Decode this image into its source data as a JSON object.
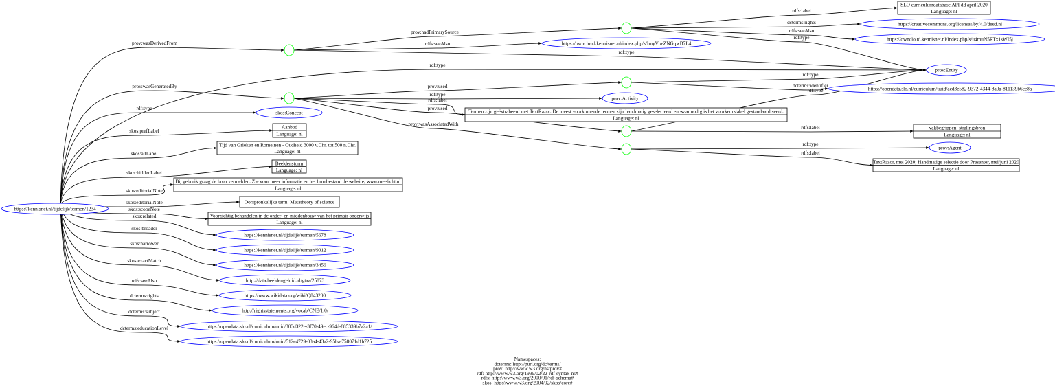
{
  "colors": {
    "uri_node": "#0000ff",
    "blank_node": "#00ff00",
    "literal_node": "#000000",
    "edge": "#000000"
  },
  "nodes": {
    "root": {
      "label": "https://kennisnet.nl/tijdelijk/termen/1234"
    },
    "b1": {
      "label": ""
    },
    "b2": {
      "label": ""
    },
    "b3": {
      "label": ""
    },
    "b4": {
      "label": ""
    },
    "b5": {
      "label": ""
    },
    "b6": {
      "label": ""
    },
    "entity": {
      "label": "prov:Entity"
    },
    "owncloud1": {
      "label": "https://owncloud.kennisnet.nl/index.php/s/ImyVbeZNGqwB7L4"
    },
    "slo": {
      "label": "SLO curriculumdatabase API dd april 2020",
      "lang": "Language: nl"
    },
    "cc": {
      "label": "https://creativecommons.org/licenses/by/4.0/deed.nl"
    },
    "owncloud2": {
      "label": "https://owncloud.kennisnet.nl/index.php/s/u4muN5RTx1sWI5j"
    },
    "ident": {
      "label": "https://opendata.slo.nl/curriculum/uuid/acd3e582-9372-4344-8a0a-811139b6ce8a"
    },
    "activity": {
      "label": "prov:Activity"
    },
    "termen": {
      "label": "Termen zijn geëxtraheerd met TextRazor. De meest voorkomende termen zijn handmatig geselecteerd en waar nodig is het voorkeurslabel gestandaardiseerd.",
      "lang": "Language: nl"
    },
    "vak": {
      "label": "vakbegrippen: stralingsbron",
      "lang": "Language: nl"
    },
    "agent": {
      "label": "prov:Agent"
    },
    "textrazor": {
      "label": "TextRazor, mei 2020; Handmatige selectie door Presenter, mei/juni 2020",
      "lang": "Language: nl"
    },
    "concept": {
      "label": "skos:Concept"
    },
    "aanbod": {
      "label": "Aanbod",
      "lang": "Language: nl"
    },
    "tijd": {
      "label": "Tijd van Grieken en Romeinen - Oudheid 3000 v.Chr. tot 500 n.Chr.",
      "lang": "Language: nl"
    },
    "beeld": {
      "label": "Beeldenstorm",
      "lang": "Language: nl"
    },
    "bij": {
      "label": "Bij gebruik graag de bron vermelden. Zie voor meer informatie en het bronbestand de website, www.meelicht.nl",
      "lang": "Language: nl"
    },
    "oors": {
      "label": "Oorspronkelijke term: Metatheory of science"
    },
    "voorz": {
      "label": "Voorzichtig behandelen in de onder- en middenbouw van het primair onderwijs",
      "lang": "Language: nl"
    },
    "t5678": {
      "label": "https://kennisnet.nl/tijdelijk/termen/5678"
    },
    "t9012": {
      "label": "https://kennisnet.nl/tijdelijk/termen/9012"
    },
    "t3456": {
      "label": "https://kennisnet.nl/tijdelijk/termen/3456"
    },
    "gtaa": {
      "label": "http://data.beeldengeluid.nl/gtaa/25873"
    },
    "wiki": {
      "label": "https://www.wikidata.org/wiki/Q843200"
    },
    "rights": {
      "label": "http://rightsstatements.org/vocab/CNE/1.0/"
    },
    "subj": {
      "label": "https://opendata.slo.nl/curriculum/uuid/303d322e-3f70-49ec-964d-885339b7a2a1/"
    },
    "edu": {
      "label": "https://opendata.slo.nl/curriculum/uuid/512e4729-03a4-43a2-95ba-758071d1b725"
    }
  },
  "edges": [
    {
      "from": "root",
      "to": "b1",
      "label": "prov:wasDerivedFrom"
    },
    {
      "from": "root",
      "to": "entity",
      "label": "rdf:type"
    },
    {
      "from": "root",
      "to": "b2",
      "label": "prov:wasGeneratedBy"
    },
    {
      "from": "root",
      "to": "concept",
      "label": "rdf:type"
    },
    {
      "from": "root",
      "to": "aanbod",
      "label": "skos:prefLabel"
    },
    {
      "from": "root",
      "to": "tijd",
      "label": "skos:altLabel"
    },
    {
      "from": "root",
      "to": "beeld",
      "label": "skos:hiddenLabel"
    },
    {
      "from": "root",
      "to": "bij",
      "label": "skos:editorialNote"
    },
    {
      "from": "root",
      "to": "oors",
      "label": "skos:editorialNote"
    },
    {
      "from": "root",
      "to": "voorz",
      "label": "skos:scopeNote"
    },
    {
      "from": "root",
      "to": "t5678",
      "label": "skos:related"
    },
    {
      "from": "root",
      "to": "t9012",
      "label": "skos:broader"
    },
    {
      "from": "root",
      "to": "t3456",
      "label": "skos:narrower"
    },
    {
      "from": "root",
      "to": "gtaa",
      "label": "skos:exactMatch"
    },
    {
      "from": "root",
      "to": "wiki",
      "label": "rdfs:seeAlso"
    },
    {
      "from": "root",
      "to": "rights",
      "label": "dcterms:rights"
    },
    {
      "from": "root",
      "to": "subj",
      "label": "dcterms:subject"
    },
    {
      "from": "root",
      "to": "edu",
      "label": "dcterms:educationLevel"
    },
    {
      "from": "b1",
      "to": "b3",
      "label": "prov:hadPrimarySource"
    },
    {
      "from": "b1",
      "to": "owncloud1",
      "label": "rdfs:seeAlso"
    },
    {
      "from": "b1",
      "to": "entity",
      "label": "rdf:type"
    },
    {
      "from": "b3",
      "to": "slo",
      "label": "rdfs:label"
    },
    {
      "from": "b3",
      "to": "cc",
      "label": "dcterms:rights"
    },
    {
      "from": "b3",
      "to": "owncloud2",
      "label": "rdfs:seeAlso"
    },
    {
      "from": "b3",
      "to": "entity",
      "label": "rdf:type"
    },
    {
      "from": "b2",
      "to": "b4",
      "label": "prov:used"
    },
    {
      "from": "b2",
      "to": "activity",
      "label": "rdf:type"
    },
    {
      "from": "b2",
      "to": "termen",
      "label": "rdfs:label"
    },
    {
      "from": "b2",
      "to": "b5",
      "label": "prov:used"
    },
    {
      "from": "b2",
      "to": "b6",
      "label": "prov:wasAssociatedWith"
    },
    {
      "from": "b4",
      "to": "entity",
      "label": "rdf:type"
    },
    {
      "from": "b4",
      "to": "ident",
      "label": "dcterms:identifier"
    },
    {
      "from": "b5",
      "to": "vak",
      "label": "rdfs:label"
    },
    {
      "from": "b5",
      "to": "entity",
      "label": "rdf:type"
    },
    {
      "from": "b6",
      "to": "agent",
      "label": "rdf:type"
    },
    {
      "from": "b6",
      "to": "textrazor",
      "label": "rdfs:label"
    }
  ],
  "namespaces": {
    "title": "Namespaces:",
    "lines": [
      "dcterms: http://purl.org/dc/terms/",
      "prov: http://www.w3.org/ns/prov#",
      "rdf: http://www.w3.org/1999/02/22-rdf-syntax-ns#",
      "rdfs: http://www.w3.org/2000/01/rdf-schema#",
      "skos: http://www.w3.org/2004/02/skos/core#"
    ]
  }
}
